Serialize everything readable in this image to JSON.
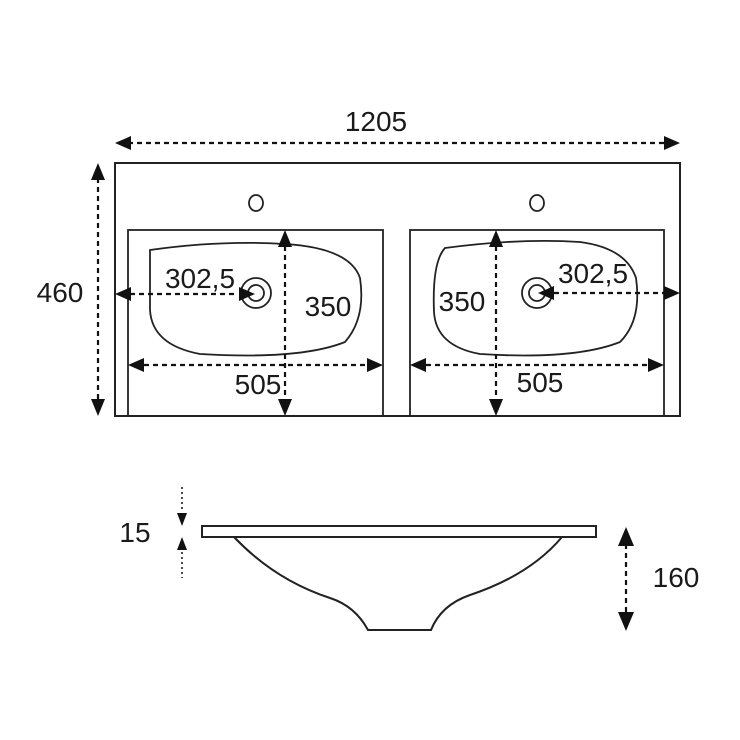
{
  "dimensions": {
    "overall_width": "1205",
    "overall_depth": "460",
    "left_basin_offset": "302,5",
    "left_basin_depth": "350",
    "left_basin_width": "505",
    "right_basin_depth": "350",
    "right_basin_offset": "302,5",
    "right_basin_width": "505",
    "slab_thickness": "15",
    "bowl_height": "160"
  },
  "colors": {
    "line": "#222222",
    "background": "#ffffff"
  }
}
